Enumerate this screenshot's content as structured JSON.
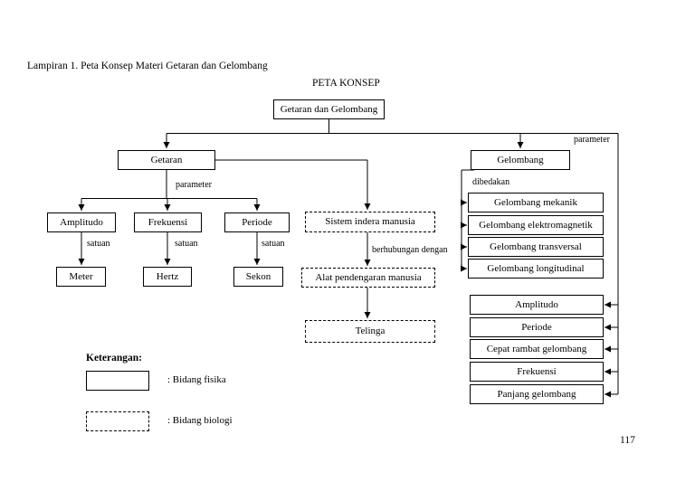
{
  "page": {
    "caption": "Lampiran 1. Peta Konsep Materi Getaran dan Gelombang",
    "title": "PETA KONSEP",
    "page_number": "117"
  },
  "nodes": {
    "root": "Getaran dan Gelombang",
    "getaran": "Getaran",
    "gelombang": "Gelombang",
    "amplitudo": "Amplitudo",
    "frekuensi": "Frekuensi",
    "periode": "Periode",
    "meter": "Meter",
    "hertz": "Hertz",
    "sekon": "Sekon",
    "sistem_indera": "Sistem indera manusia",
    "alat_pendengaran": "Alat pendengaran manusia",
    "telinga": "Telinga",
    "gelombang_mekanik": "Gelombang mekanik",
    "gelombang_elektromagnetik": "Gelombang elektromagnetik",
    "gelombang_transversal": "Gelombang transversal",
    "gelombang_longitudinal": "Gelombang longitudinal",
    "param_amplitudo": "Amplitudo",
    "param_periode": "Periode",
    "param_cepat_rambat": "Cepat rambat gelombang",
    "param_frekuensi": "Frekuensi",
    "param_panjang": "Panjang gelombang"
  },
  "edge_labels": {
    "parameter_getaran": "parameter",
    "parameter_gelombang": "parameter",
    "dibedakan": "dibedakan",
    "satuan_amplitudo": "satuan",
    "satuan_frekuensi": "satuan",
    "satuan_periode": "satuan",
    "berhubungan_dengan": "berhubungan dengan"
  },
  "legend": {
    "title": "Keterangan:",
    "fisika_label": ": Bidang fisika",
    "biologi_label": ": Bidang biologi"
  },
  "colors": {
    "line": "#000000",
    "background": "#ffffff"
  }
}
